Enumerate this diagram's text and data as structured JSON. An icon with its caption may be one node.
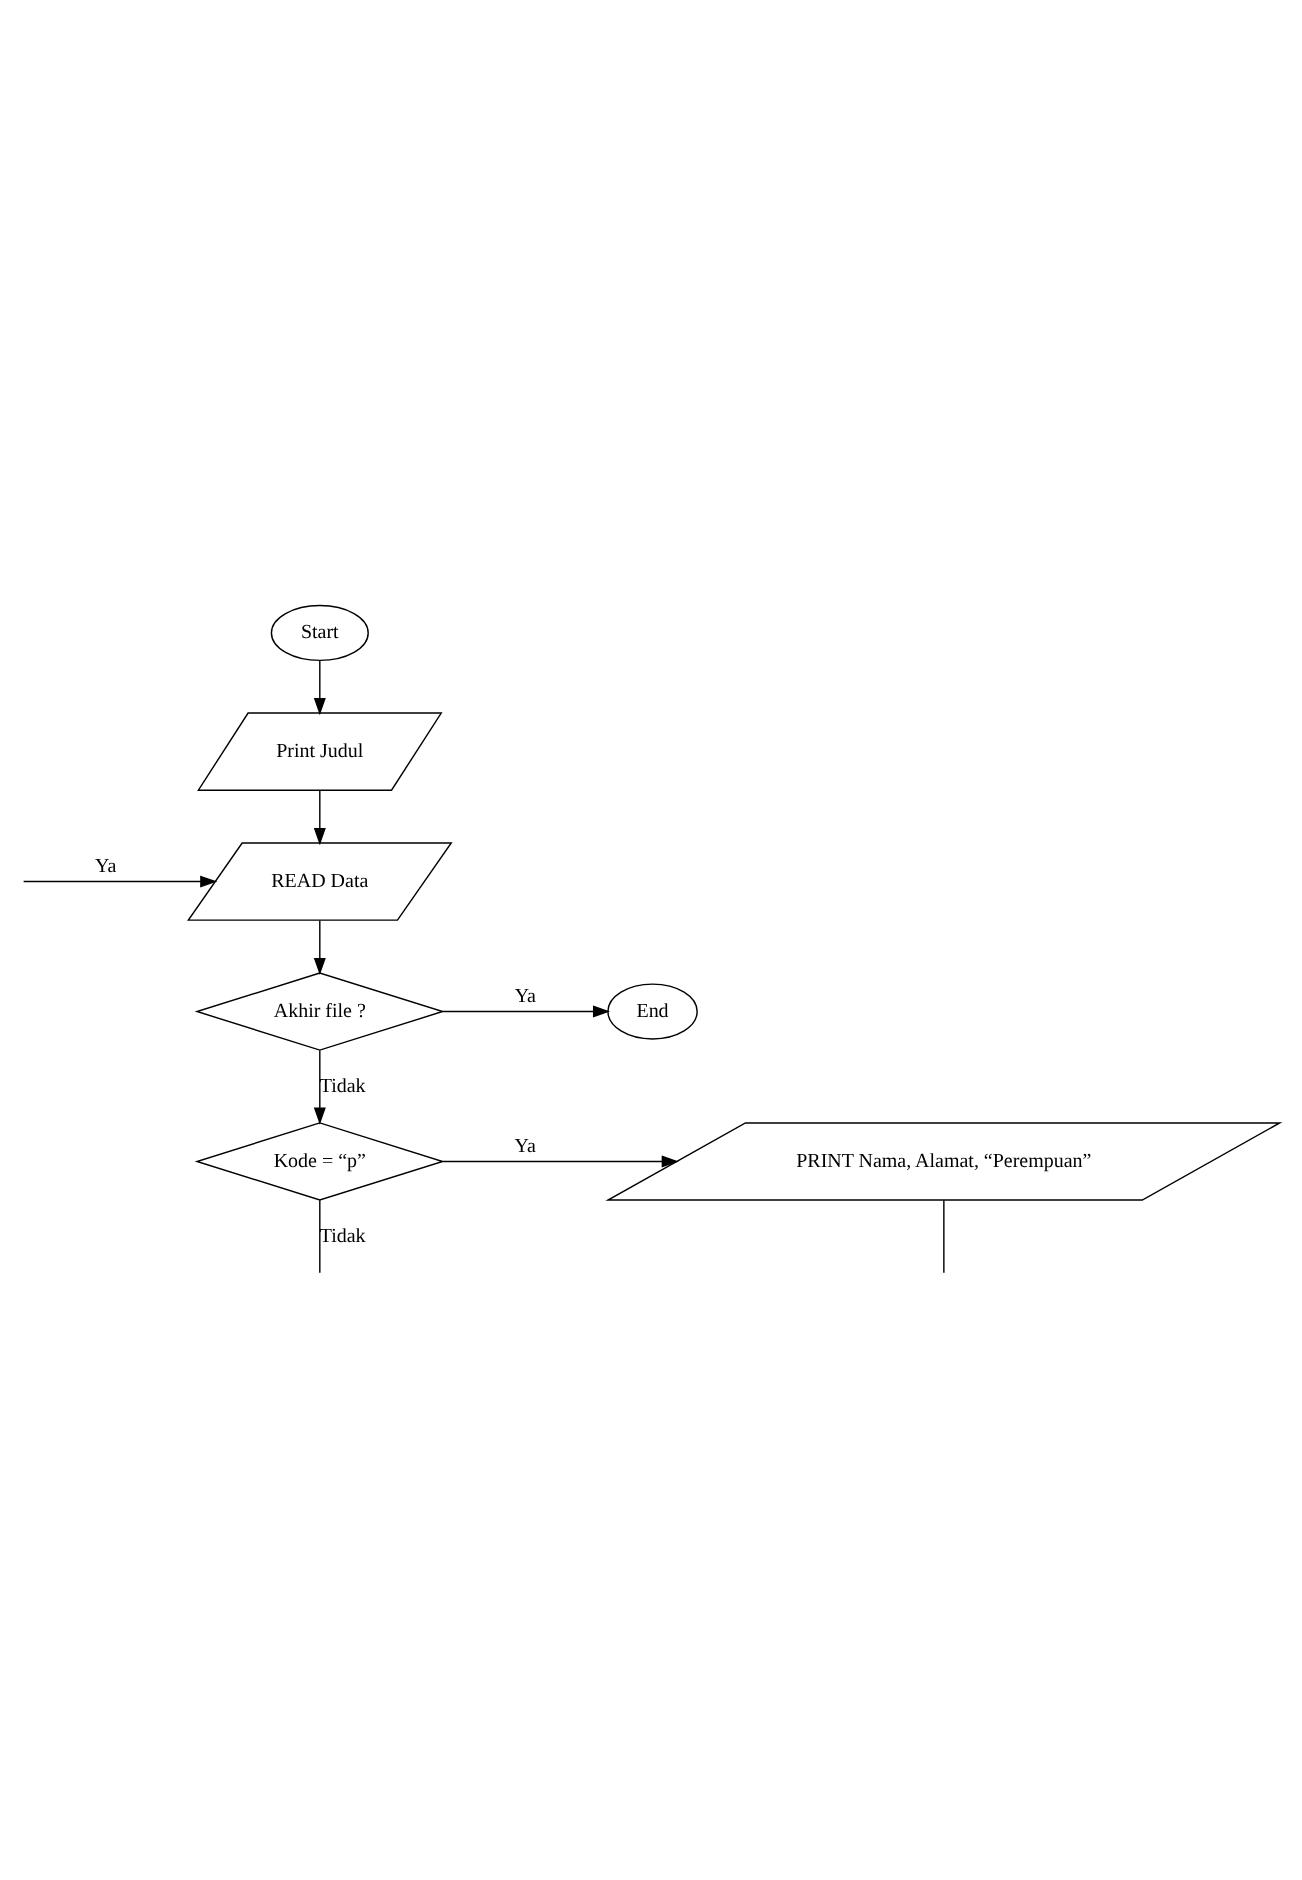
{
  "diagram": {
    "nodes": [
      {
        "text": [
          "Start"
        ]
      },
      {
        "text": [
          "Print Judul"
        ]
      },
      {
        "text": [
          "READ Data"
        ]
      },
      {
        "text": [
          "Akhir file ?"
        ]
      },
      {
        "text": [
          "End"
        ]
      },
      {
        "text": [
          "Kode = “p”"
        ]
      },
      {
        "text": [
          "PRINT Nama, Alamat, “Perempuan”"
        ]
      }
    ],
    "edges": [
      {
        "from": 0,
        "to": 1,
        "arrow": "to"
      },
      {
        "from": 1,
        "to": 2,
        "arrow": "to"
      },
      {
        "from": 2,
        "to": 3,
        "arrow": "to"
      },
      {
        "from": 3,
        "to": 4,
        "arrow": "to",
        "label": "Ya"
      },
      {
        "from": 3,
        "to": 5,
        "arrow": "to",
        "label": "Tidak"
      },
      {
        "from": 5,
        "to": 6,
        "arrow": "to",
        "label": "Ya"
      },
      {
        "from": 5,
        "to": null,
        "arrow": "none",
        "label": "Tidak"
      },
      {
        "from": 6,
        "to": null,
        "arrow": "none"
      },
      {
        "from": null,
        "to": 2,
        "arrow": "to",
        "label": "Ya"
      }
    ]
  }
}
